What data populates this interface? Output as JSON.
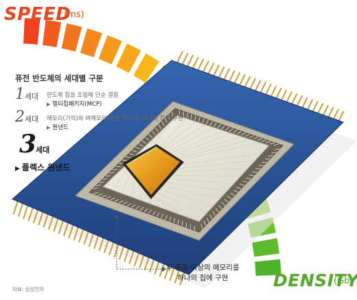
{
  "axes": {
    "speed_label": "SPEED",
    "speed_unit": "(ms)",
    "density_label": "DENSITY",
    "density_unit": "(Gb)"
  },
  "colors": {
    "speed": "#e8461e",
    "density": "#55a82c",
    "arc_stops": [
      "#f0421e",
      "#f37a1f",
      "#f6a21c",
      "#f6c21a",
      "#e8d81c",
      "#c7dc22",
      "#9ad126",
      "#6fc12a",
      "#4fb22c"
    ],
    "chip_blue": "#2b5398",
    "pin_gold": "#c9a24a"
  },
  "heading": "퓨전 반도체의 세대별 구분",
  "generations": [
    {
      "num": "1",
      "suffix": "세대",
      "desc": "반도체 칩을 조립해 단순 결합",
      "item": "멀티칩패키지(MCP)"
    },
    {
      "num": "2",
      "suffix": "세대",
      "desc": "메모리(기억)와 비메모리(연산 제어)를 하나의 칩에 구현",
      "item": "원낸드"
    },
    {
      "num": "3",
      "suffix": "세대",
      "desc": "",
      "item": "플렉스 원낸드"
    }
  ],
  "callout": {
    "line1": "두 종류 이상의 메모리를",
    "line2": "하나의 칩에 구현"
  },
  "source": "자료: 삼성전자"
}
